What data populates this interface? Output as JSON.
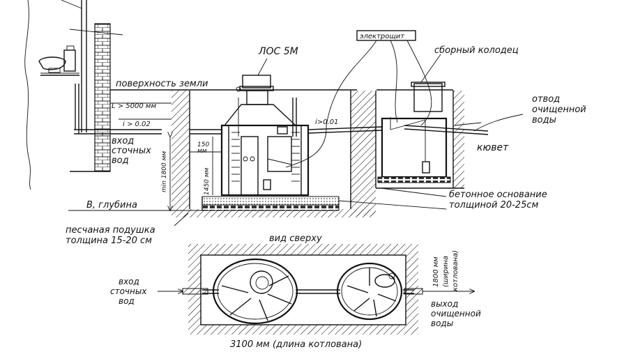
{
  "labels": {
    "los": "ЛОС 5М",
    "electroshchit": "электрощит",
    "collector_well": "сборный колодец",
    "ground_surface": "поверхность земли",
    "outlet_cleaned_1": "отвод",
    "outlet_cleaned_2": "очищенной",
    "outlet_cleaned_3": "воды",
    "length": "L > 5000 мм",
    "slope1": "i > 0.02",
    "slope2": "i>0.01",
    "inlet1_1": "вход",
    "inlet1_2": "сточных",
    "inlet1_3": "вод",
    "dim150_1": "150",
    "dim150_2": "мм",
    "dim1450": "1450 мм",
    "min1800": "min 1800 мм",
    "kyuvet": "кювет",
    "depth": "В, глубина",
    "concrete_1": "бетонное основание",
    "concrete_2": "толщиной 20-25см",
    "sand_1": "песчаная подушка",
    "sand_2": "толщина 15-20 см",
    "top_view": "вид сверху",
    "inlet2_1": "вход",
    "inlet2_2": "сточных",
    "inlet2_3": "вод",
    "width_1": "1800 мм",
    "width_2": "(ширина",
    "width_3": "котлована)",
    "outlet2_1": "выход",
    "outlet2_2": "очищенной",
    "outlet2_3": "воды",
    "length_pit": "3100 мм (длина котлована)"
  }
}
